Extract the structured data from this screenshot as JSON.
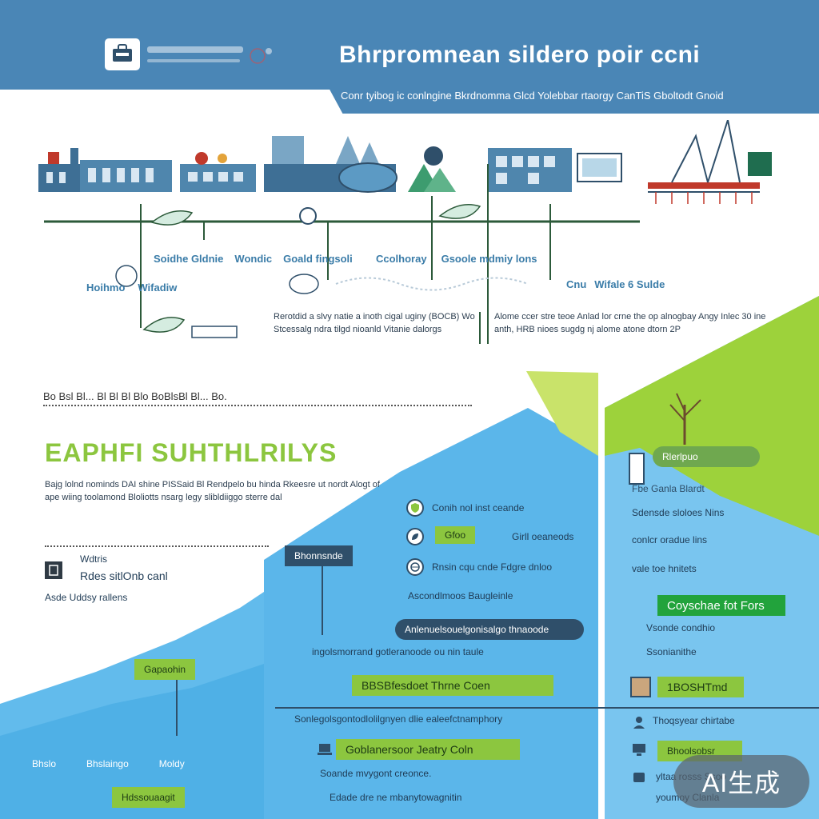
{
  "header": {
    "title": "Bhrpromnean sildero poir ccni",
    "subtitle": "Conr tyibog ic conlngine Bkrdnomma Glcd Yolebbar rtaorgy CanTiS Gboltodt Gnoid",
    "logo_icon": "bag-icon"
  },
  "timeline": {
    "labels_row1": [
      "Soidhe Gldnie",
      "Wondic",
      "Goald fingsoli",
      "Ccolhoray",
      "Gsoole mdmiy lons"
    ],
    "labels_row2": [
      "Hoihmo",
      "Wifadiw",
      "Cnu",
      "Wifale 6 Sulde"
    ],
    "desc_left": "Rerotdid a slvy natie a inoth cigal uginy (BOCB) Wo Stcessalg ndra tilgd nioanld Vitanie dalorgs",
    "desc_right": "Alome ccer stre teoe Anlad lor crne the op alnogbay Angy Inlec 30 ine anth, HRB nioes sugdg nj alome atone dtorn 2P"
  },
  "intro": {
    "dotted_text": "Bo Bsl Bl... Bl Bl Bl Blo BoBlsBl Bl... Bo.",
    "section_title": "EAPHFI SUHTHLRILYS",
    "desc": "Bajg lolnd nominds DAI shine PISSaid Bl Rendpelo bu hinda Rkeesre ut nordt Alogt of ape wiing toolamond Bloliotts nsarg legy slibldiiggo sterre dal",
    "note_title": "Wdtris",
    "note_main": "Rdes sitlOnb canl",
    "note_sub": "Asde Uddsy rallens"
  },
  "middle": {
    "dark_pill": "Bhonnsnde",
    "items": [
      {
        "text": "Conih nol inst ceande",
        "icon": "shield-icon"
      },
      {
        "text": "Girll oeaneods",
        "icon": "leaf-icon"
      },
      {
        "text": "Rnsin cqu cnde Fdgre dnloo",
        "icon": "globe-icon"
      }
    ],
    "green_tag": "Gfoo",
    "line_text": "Ascondlmoos Baugleinle",
    "dark_pill_2": "Anlenuelsouelgonisalgo thnaoode",
    "line_text_2": "ingolsmorrand gotleranoode ou nin taule",
    "green_pill": "BBSBfesdoet Thrne Coen",
    "divider_text": "Sonlegolsgontodlolilgnyen dlie ealeefctnamphory",
    "green_pill_2": "Goblanersoor Jeatry Coln",
    "sub_text": "Soande mvygont creonce.",
    "bottom_text": "Edade dre ne mbanytowagnitin"
  },
  "left_bottom": {
    "tag": "Gapaohin",
    "labels": [
      "Bhslo",
      "Bhslaingo",
      "Moldy"
    ],
    "bottom_tag": "Hdssouaagit"
  },
  "right": {
    "tag": "Rlerlpuo",
    "items": [
      "Fbe Ganla Blardt",
      "Sdensde sloloes Nins",
      "conlcr oradue lins",
      "vale toe hnitets"
    ],
    "tag_dark": "Coyschae fot Fors",
    "items2": [
      "Vsonde condhio",
      "Ssonianithe"
    ],
    "green_tag": "1BOSHTmd",
    "items3": [
      "Thoqsyear chirtabe",
      "Bhoolsobsr",
      "yltaa rosss Ssoo",
      "youmoy Clanla"
    ]
  },
  "watermark": "AI生成",
  "colors": {
    "header_blue": "#4a86b6",
    "green": "#8cc63f",
    "sky": "#5bb6ea",
    "dark": "#2f4f6a",
    "dark_green": "#22a33c"
  }
}
